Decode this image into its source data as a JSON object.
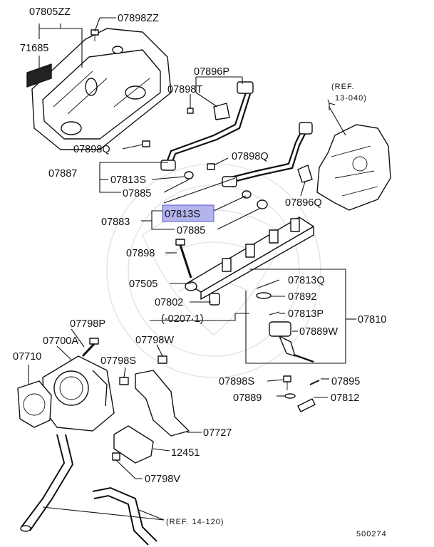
{
  "labels": {
    "p07805ZZ": "07805ZZ",
    "p07898ZZ": "07898ZZ",
    "p71685": "71685",
    "p07896P": "07896P",
    "p07898T": "07898T",
    "ref13040_a": "(REF.",
    "ref13040_b": "13-040)",
    "p07898Q_a": "07898Q",
    "p07898Q_b": "07898Q",
    "p07887": "07887",
    "p07813S_a": "07813S",
    "p07885_a": "07885",
    "p07896Q": "07896Q",
    "p07883": "07883",
    "p07813S_b": "07813S",
    "p07885_b": "07885",
    "p07898": "07898",
    "p07505": "07505",
    "p07813Q": "07813Q",
    "p07892": "07892",
    "p07802": "07802",
    "range0207": "(-0207·1)",
    "p07813P": "07813P",
    "p07810": "07810",
    "p07889W": "07889W",
    "p07798P": "07798P",
    "p07700A": "07700A",
    "p07798W": "07798W",
    "p07710": "07710",
    "p07798S": "07798S",
    "p07898S": "07898S",
    "p07895": "07895",
    "p07889": "07889",
    "p07812": "07812",
    "p07727": "07727",
    "p12451": "12451",
    "p07798V": "07798V",
    "ref14120": "(REF. 14-120)",
    "diagram_id": "500274"
  },
  "highlight": {
    "part": "07813S",
    "color": "#b3b3ee"
  }
}
